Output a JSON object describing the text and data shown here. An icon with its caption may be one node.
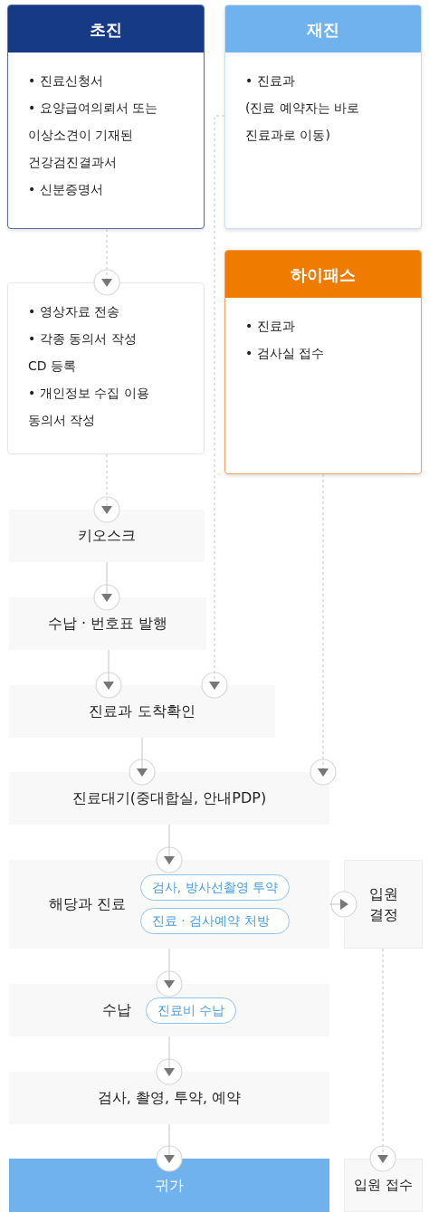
{
  "diagram": {
    "nodes": [
      {
        "text": [
          "초진",
          "• 진료신청서",
          "• 요양급여의뢰서 또는 이상소견이 기재된 건강검진결과서",
          "• 신분증명서"
        ]
      },
      {
        "text": [
          "재진",
          "• 진료과",
          "(진료 예약자는 바로 진료과로 이동)"
        ]
      },
      {
        "text": [
          "• 영상자료 전송",
          "• 각종 동의서 작성",
          "CD 등록",
          "• 개인정보 수집 이용 동의서 작성"
        ]
      },
      {
        "text": [
          "하이패스",
          "• 진료과",
          "• 검사실 접수"
        ]
      },
      {
        "text": [
          "키오스크"
        ]
      },
      {
        "text": [
          "수납 · 번호표 발행"
        ]
      },
      {
        "text": [
          "진료과 도착확인"
        ]
      },
      {
        "text": [
          "진료대기(중대합실, 안내PDP)"
        ]
      },
      {
        "text": [
          "해당과 진료"
        ]
      },
      {
        "text": [
          "검사, 방사선촬영 투약"
        ],
        "in": 8
      },
      {
        "text": [
          "진료 · 검사예약 처방"
        ],
        "in": 8
      },
      {
        "text": [
          "입원 결정"
        ]
      },
      {
        "text": [
          "수납"
        ]
      },
      {
        "text": [
          "진료비 수납"
        ],
        "in": 12
      },
      {
        "text": [
          "검사, 촬영, 투약, 예약"
        ]
      },
      {
        "text": [
          "귀가"
        ]
      },
      {
        "text": [
          "입원 접수"
        ]
      }
    ],
    "edges": [
      {
        "from": 0,
        "to": 2,
        "arrow": "to",
        "style": "dashed"
      },
      {
        "from": 2,
        "to": 4,
        "arrow": "to",
        "style": "dashed"
      },
      {
        "from": 4,
        "to": 5,
        "arrow": "to"
      },
      {
        "from": 5,
        "to": 6,
        "arrow": "to"
      },
      {
        "from": 1,
        "to": 6,
        "arrow": "to",
        "style": "dashed"
      },
      {
        "from": 3,
        "to": 7,
        "arrow": "to",
        "style": "dashed"
      },
      {
        "from": 6,
        "to": 7,
        "arrow": "to"
      },
      {
        "from": 7,
        "to": 8,
        "arrow": "to"
      },
      {
        "from": 8,
        "to": 11,
        "arrow": "to"
      },
      {
        "from": 8,
        "to": 12,
        "arrow": "to"
      },
      {
        "from": 12,
        "to": 14,
        "arrow": "to"
      },
      {
        "from": 14,
        "to": 15,
        "arrow": "to"
      },
      {
        "from": 11,
        "to": 16,
        "arrow": "to",
        "style": "dashed"
      }
    ]
  }
}
